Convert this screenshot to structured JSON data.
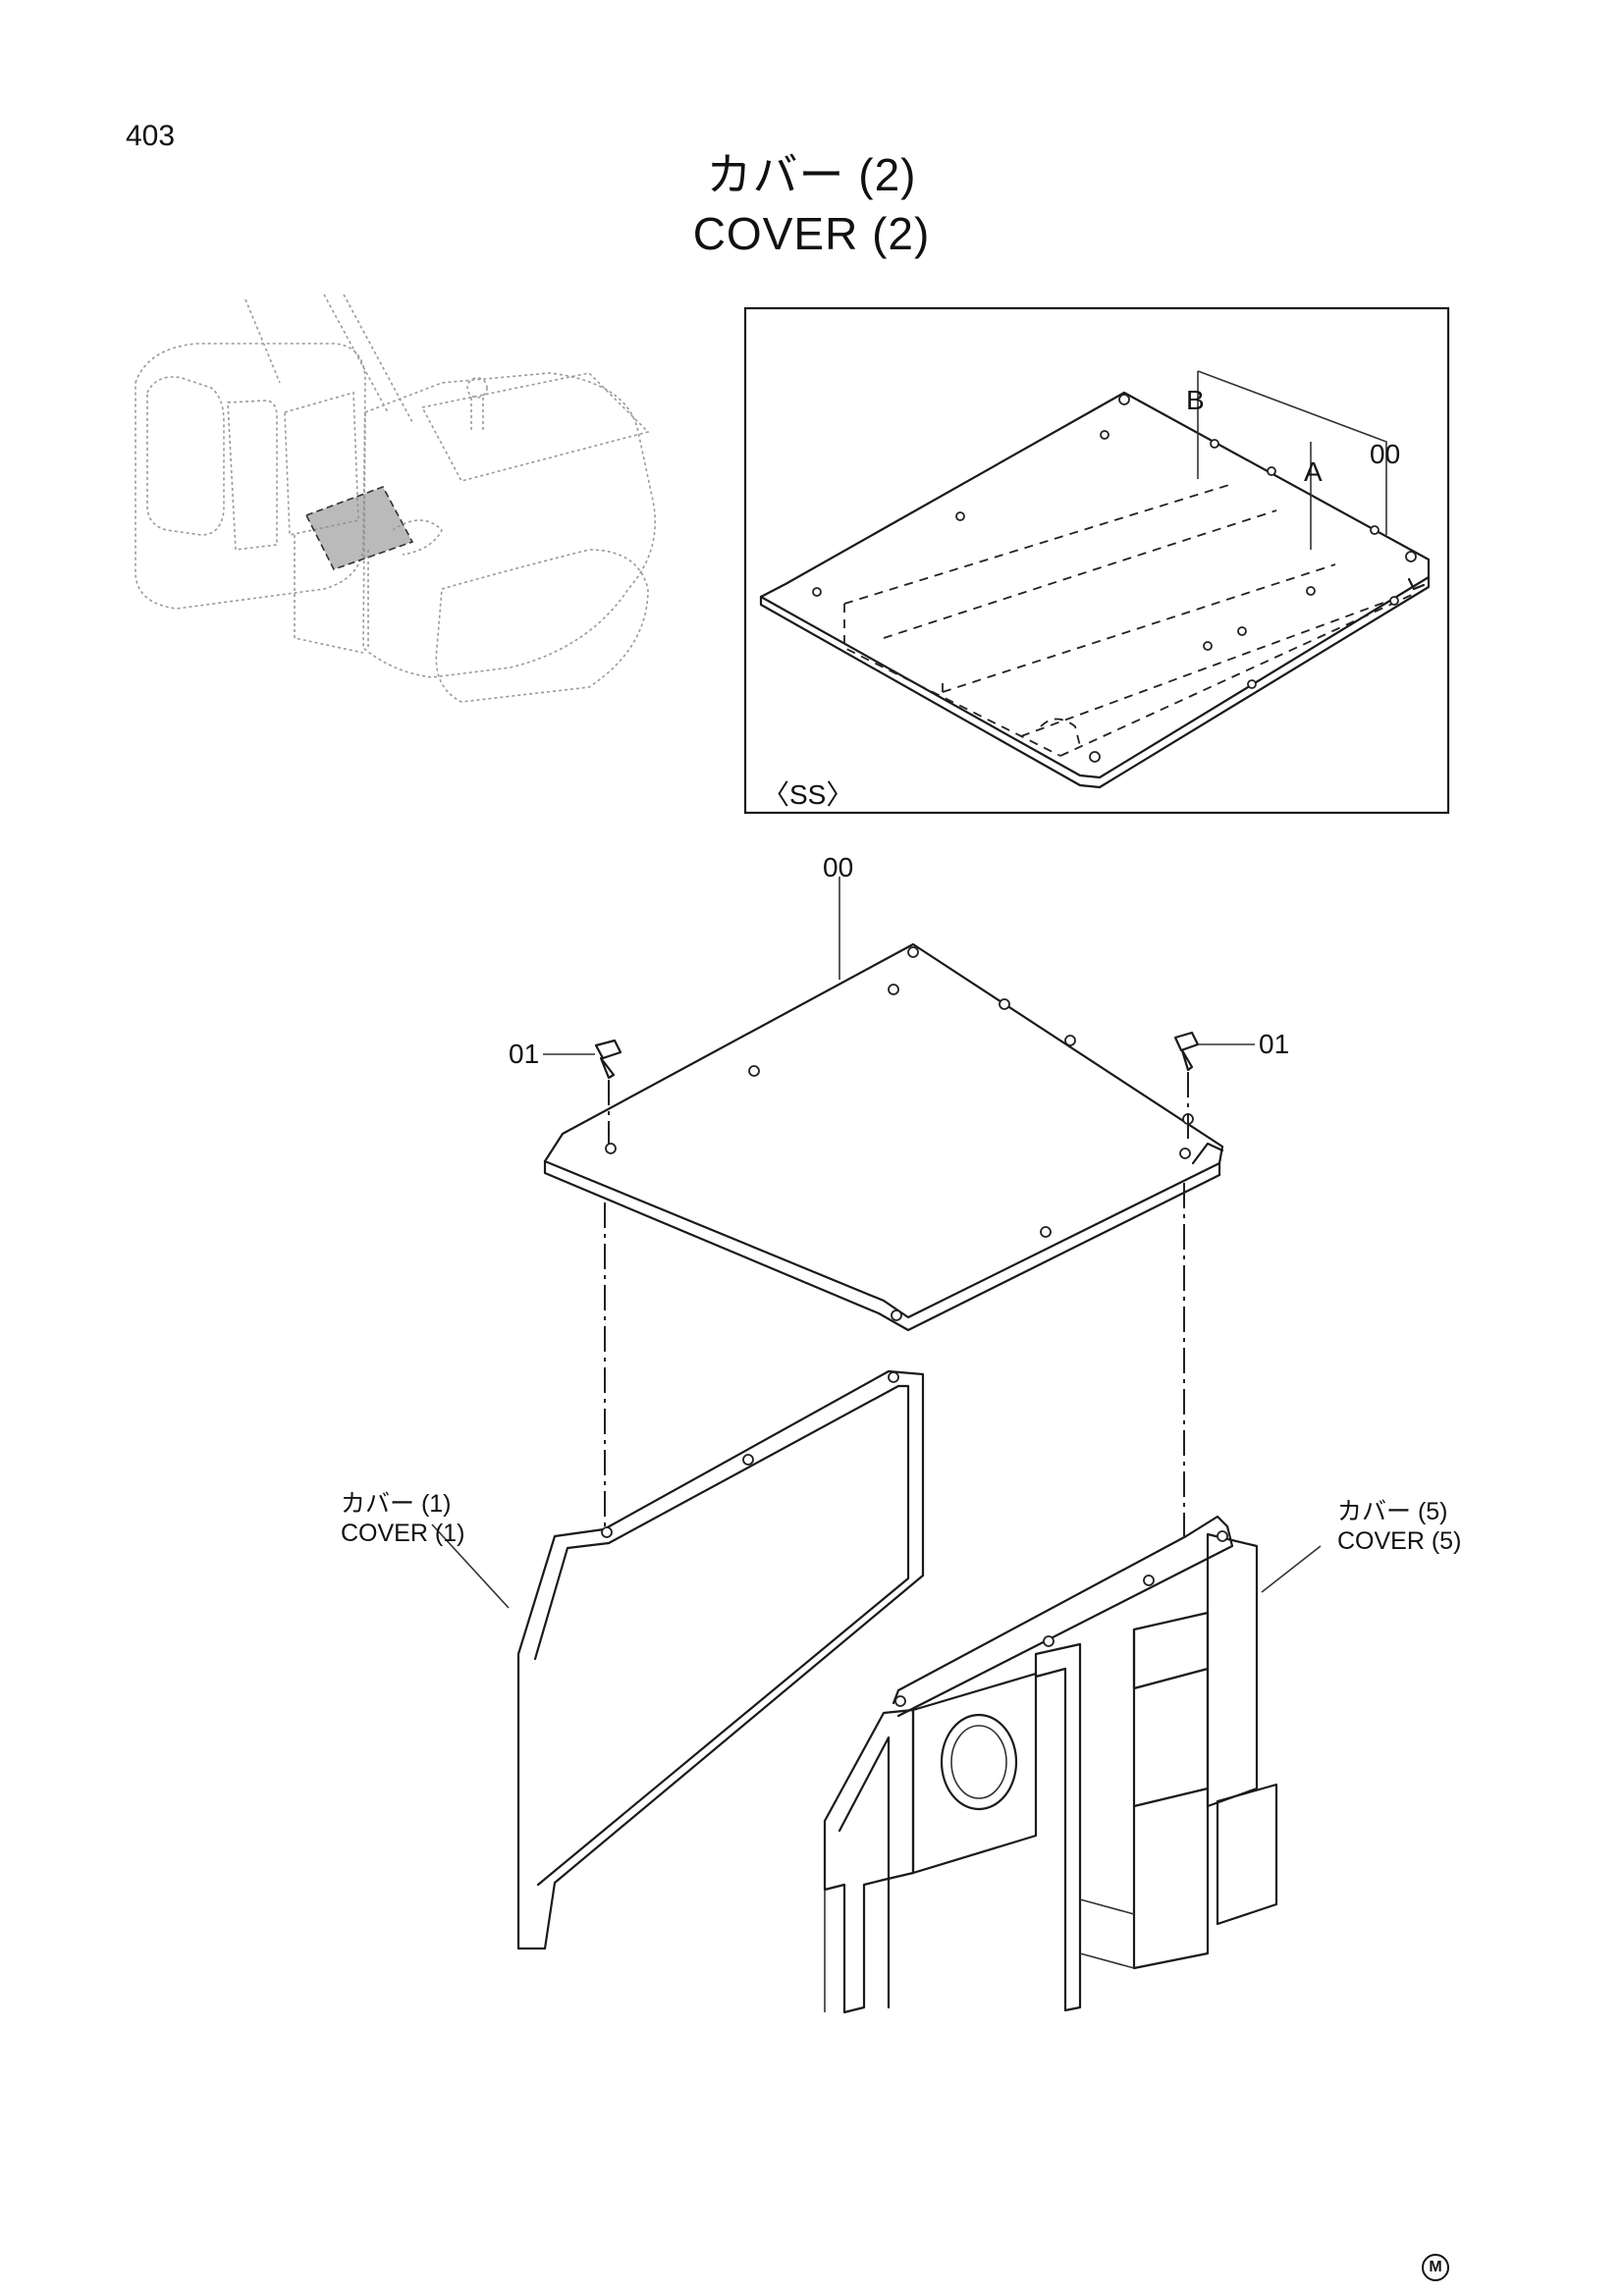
{
  "page": {
    "number": "403"
  },
  "title": {
    "ja": "カバー (2)",
    "en": "COVER (2)"
  },
  "detail_view": {
    "label": "〈SS〉",
    "callouts": [
      "B",
      "A",
      "00"
    ]
  },
  "main_view": {
    "callouts": {
      "cover": "00",
      "bolt_left": "01",
      "bolt_right": "01"
    },
    "references": [
      {
        "ja": "カバー (1)",
        "en": "COVER (1)"
      },
      {
        "ja": "カバー (5)",
        "en": "COVER (5)"
      }
    ]
  },
  "footer": {
    "mark": "M"
  }
}
